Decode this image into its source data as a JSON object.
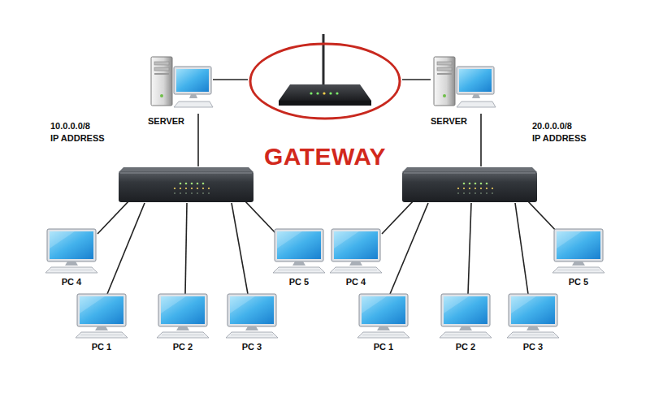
{
  "diagram": {
    "nodes": [
      {
        "text": [
          "SERVER"
        ]
      },
      {
        "text": [
          "GATEWAY"
        ]
      },
      {
        "text": [
          "SERVER"
        ]
      },
      {
        "text": [
          "PC 4"
        ]
      },
      {
        "text": [
          "PC 5"
        ]
      },
      {
        "text": [
          "PC 1"
        ]
      },
      {
        "text": [
          "PC 2"
        ]
      },
      {
        "text": [
          "PC 3"
        ]
      },
      {
        "text": [
          "PC 4"
        ]
      },
      {
        "text": [
          "PC 5"
        ]
      },
      {
        "text": [
          "PC 1"
        ]
      },
      {
        "text": [
          "PC 2"
        ]
      },
      {
        "text": [
          "PC 3"
        ]
      }
    ],
    "edges": [
      {
        "from": 0,
        "to": 1,
        "arrow": "none"
      },
      {
        "from": 1,
        "to": 2,
        "arrow": "none"
      }
    ],
    "labels": [
      "10.0.0.0/8",
      "IP ADDRESS",
      "20.0.0.0/8",
      "IP ADDRESS"
    ]
  }
}
